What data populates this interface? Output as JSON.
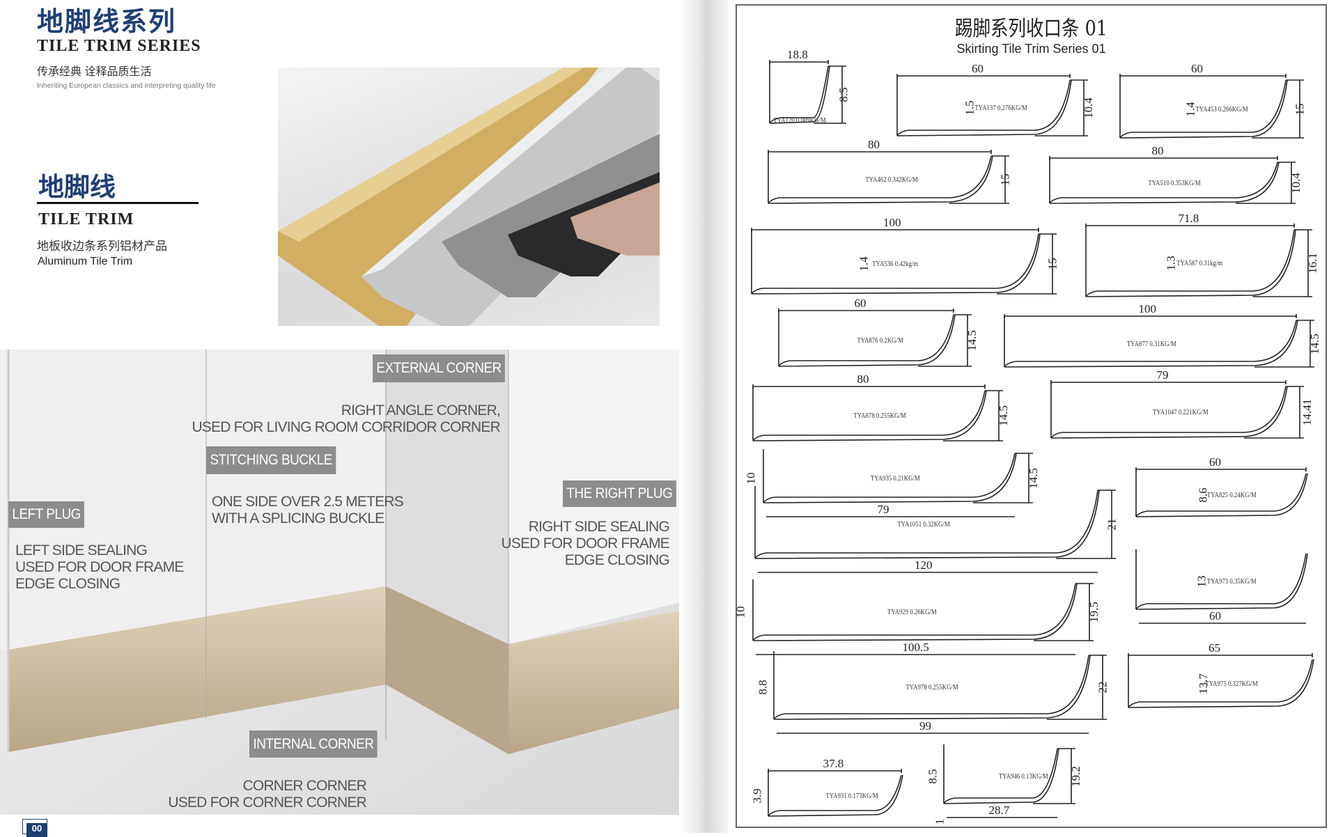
{
  "left_page": {
    "title_cn": "地脚线系列",
    "title_en": "TILE TRIM SERIES",
    "slogan_cn": "传承经典 诠释品质生活",
    "slogan_en": "Inheriting European classics and interpreting quality life",
    "section_cn": "地脚线",
    "section_en": "TILE TRIM",
    "section_sub_cn": "地板收边条系列铝材产品",
    "section_sub_en": "Aluminum Tile Trim",
    "page_number": "00",
    "callouts": [
      {
        "tag": "EXTERNAL CORNER",
        "text1": "RIGHT ANGLE CORNER,",
        "text2": "USED FOR LIVING ROOM CORRIDOR CORNER",
        "text3": ""
      },
      {
        "tag": "STITCHING BUCKLE",
        "text1": "ONE SIDE OVER 2.5 METERS",
        "text2": "WITH A SPLICING BUCKLE",
        "text3": ""
      },
      {
        "tag": "THE RIGHT PLUG",
        "text1": "RIGHT SIDE SEALING",
        "text2": "USED FOR DOOR FRAME",
        "text3": "EDGE CLOSING"
      },
      {
        "tag": "LEFT PLUG",
        "text1": "LEFT SIDE SEALING",
        "text2": "USED FOR DOOR FRAME",
        "text3": "EDGE CLOSING"
      },
      {
        "tag": "INTERNAL CORNER",
        "text1": "CORNER CORNER",
        "text2": "USED FOR CORNER CORNER",
        "text3": ""
      }
    ],
    "colors": {
      "brand_blue": "#1d3f73",
      "tag_gray": "#8d8d8d",
      "champagne": "#cbb89b"
    }
  },
  "right_page": {
    "title_cn": "踢脚系列收口条 01",
    "title_en": "Skirting Tile Trim Series 01",
    "profiles": [
      {
        "model": "TYA120  0.089KG/M",
        "top": "18.8",
        "right": "8.5",
        "inner": "",
        "bottom": "",
        "left": ""
      },
      {
        "model": "TYA137  0.276KG/M",
        "top": "60",
        "right": "10.4",
        "inner": "1.5",
        "bottom": "",
        "left": ""
      },
      {
        "model": "TYA453  0.266KG/M",
        "top": "60",
        "right": "15",
        "inner": "1.4",
        "bottom": "",
        "left": ""
      },
      {
        "model": "TYA462  0.342KG/M",
        "top": "80",
        "right": "15",
        "inner": "",
        "bottom": "",
        "left": ""
      },
      {
        "model": "TYA510  0.353KG/M",
        "top": "80",
        "right": "10.4",
        "inner": "",
        "bottom": "",
        "left": ""
      },
      {
        "model": "TYA536  0.42kg/m",
        "top": "100",
        "right": "15",
        "inner": "1.4",
        "bottom": "",
        "left": ""
      },
      {
        "model": "TYA587  0.31kg/m",
        "top": "71.8",
        "right": "16.1",
        "inner": "1.3",
        "bottom": "",
        "left": ""
      },
      {
        "model": "TYA876  0.2KG/M",
        "top": "60",
        "right": "14.5",
        "inner": "",
        "bottom": "",
        "left": ""
      },
      {
        "model": "TYA877  0.31KG/M",
        "top": "100",
        "right": "14.5",
        "inner": "",
        "bottom": "",
        "left": ""
      },
      {
        "model": "TYA878  0.255KG/M",
        "top": "80",
        "right": "14.5",
        "inner": "",
        "bottom": "",
        "left": ""
      },
      {
        "model": "TYA1047  0.221KG/M",
        "top": "79",
        "right": "14.41",
        "inner": "",
        "bottom": "",
        "left": ""
      },
      {
        "model": "TYA935  0.21KG/M",
        "top": "",
        "right": "14.5",
        "inner": "",
        "bottom": "79",
        "left": "10"
      },
      {
        "model": "TYA825  0.24KG/M",
        "top": "60",
        "right": "",
        "inner": "8.6",
        "bottom": "",
        "left": ""
      },
      {
        "model": "TYA1051  0.32KG/M",
        "top": "",
        "right": "21",
        "inner": "",
        "bottom": "120",
        "left": ""
      },
      {
        "model": "TYA973  0.35KG/M",
        "top": "",
        "right": "",
        "inner": "13",
        "bottom": "60",
        "left": ""
      },
      {
        "model": "TYA929  0.26KG/M",
        "top": "",
        "right": "19.5",
        "inner": "",
        "bottom": "100.5",
        "left": "10"
      },
      {
        "model": "TYA975  0.327KG/M",
        "top": "65",
        "right": "",
        "inner": "13.7",
        "bottom": "",
        "left": ""
      },
      {
        "model": "TYA978  0.255KG/M",
        "top": "",
        "right": "22",
        "inner": "",
        "bottom": "99",
        "left": "8.8"
      },
      {
        "model": "TYA931  0.173KG/M",
        "top": "37.8",
        "right": "",
        "inner": "",
        "bottom": "",
        "left": "3.9"
      },
      {
        "model": "TYA946  0.13KG/M",
        "top": "",
        "right": "19.2",
        "inner": "",
        "bottom": "28.7",
        "left": "8.5",
        "extra": "1"
      }
    ]
  }
}
